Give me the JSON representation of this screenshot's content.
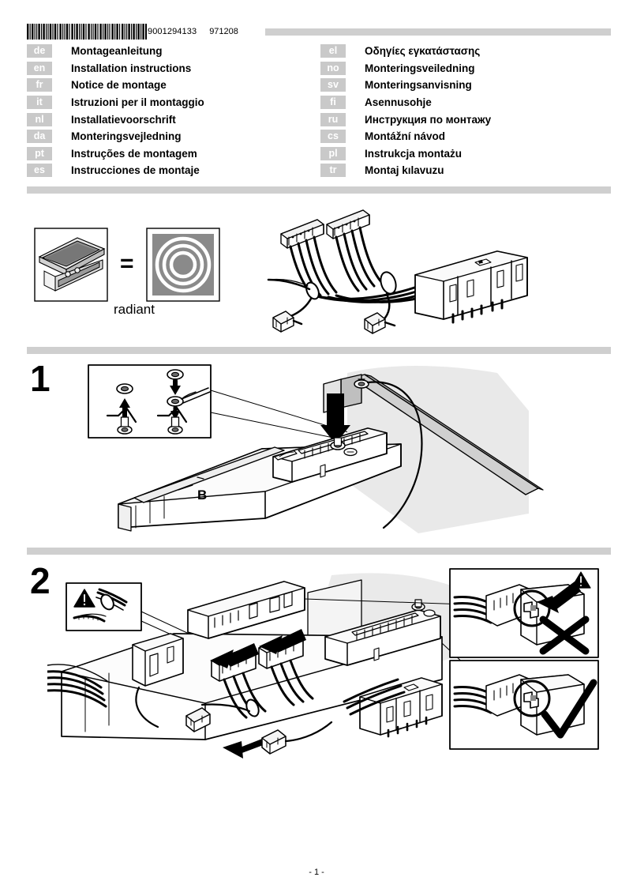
{
  "document": {
    "barcode_number": "9001294133",
    "date_code": "971208",
    "page_label": "- 1 -"
  },
  "languages": {
    "left": [
      {
        "code": "de",
        "title": "Montageanleitung"
      },
      {
        "code": "en",
        "title": "Installation instructions"
      },
      {
        "code": "fr",
        "title": "Notice de montage"
      },
      {
        "code": "it",
        "title": "Istruzioni per il montaggio"
      },
      {
        "code": "nl",
        "title": "Installatievoorschrift"
      },
      {
        "code": "da",
        "title": "Monteringsvejledning"
      },
      {
        "code": "pt",
        "title": "Instruções de montagem"
      },
      {
        "code": "es",
        "title": "Instrucciones de montaje"
      }
    ],
    "right": [
      {
        "code": "el",
        "title": "Οδηγίες εγκατάστασης"
      },
      {
        "code": "no",
        "title": "Monteringsveiledning"
      },
      {
        "code": "sv",
        "title": "Monteringsanvisning"
      },
      {
        "code": "fi",
        "title": "Asennusohje"
      },
      {
        "code": "ru",
        "title": "Инструкция по монтажу"
      },
      {
        "code": "cs",
        "title": "Montážní návod"
      },
      {
        "code": "pl",
        "title": "Instrukcja montażu"
      },
      {
        "code": "tr",
        "title": "Montaj kılavuzu"
      }
    ]
  },
  "overview": {
    "hob_type_label": "radiant",
    "equals_symbol": "=",
    "cooktop_icon": "cooktop-illustration",
    "radiant_icon": "radiant-rings-symbol",
    "harness_icon": "wiring-harness-illustration"
  },
  "steps": [
    {
      "number": "1",
      "detail_box_icon": "screw-nut-wrench-detail",
      "main_icon": "cooktop-edge-terminal-block",
      "part_label": "B"
    },
    {
      "number": "2",
      "detail_box_icon": "warning-cable-tie-detail",
      "main_icon": "connector-insertion-illustration",
      "inset_wrong_icon": "incorrect-connection-cross",
      "inset_right_icon": "correct-connection-check"
    }
  ],
  "colors": {
    "separator_gray": "#cfcfcf",
    "lang_tag_gray": "#c9c9c9",
    "line_black": "#000000",
    "shade_light": "#e8e8e8",
    "shade_mid": "#bdbdbd",
    "shade_dark": "#8a8a8a"
  }
}
